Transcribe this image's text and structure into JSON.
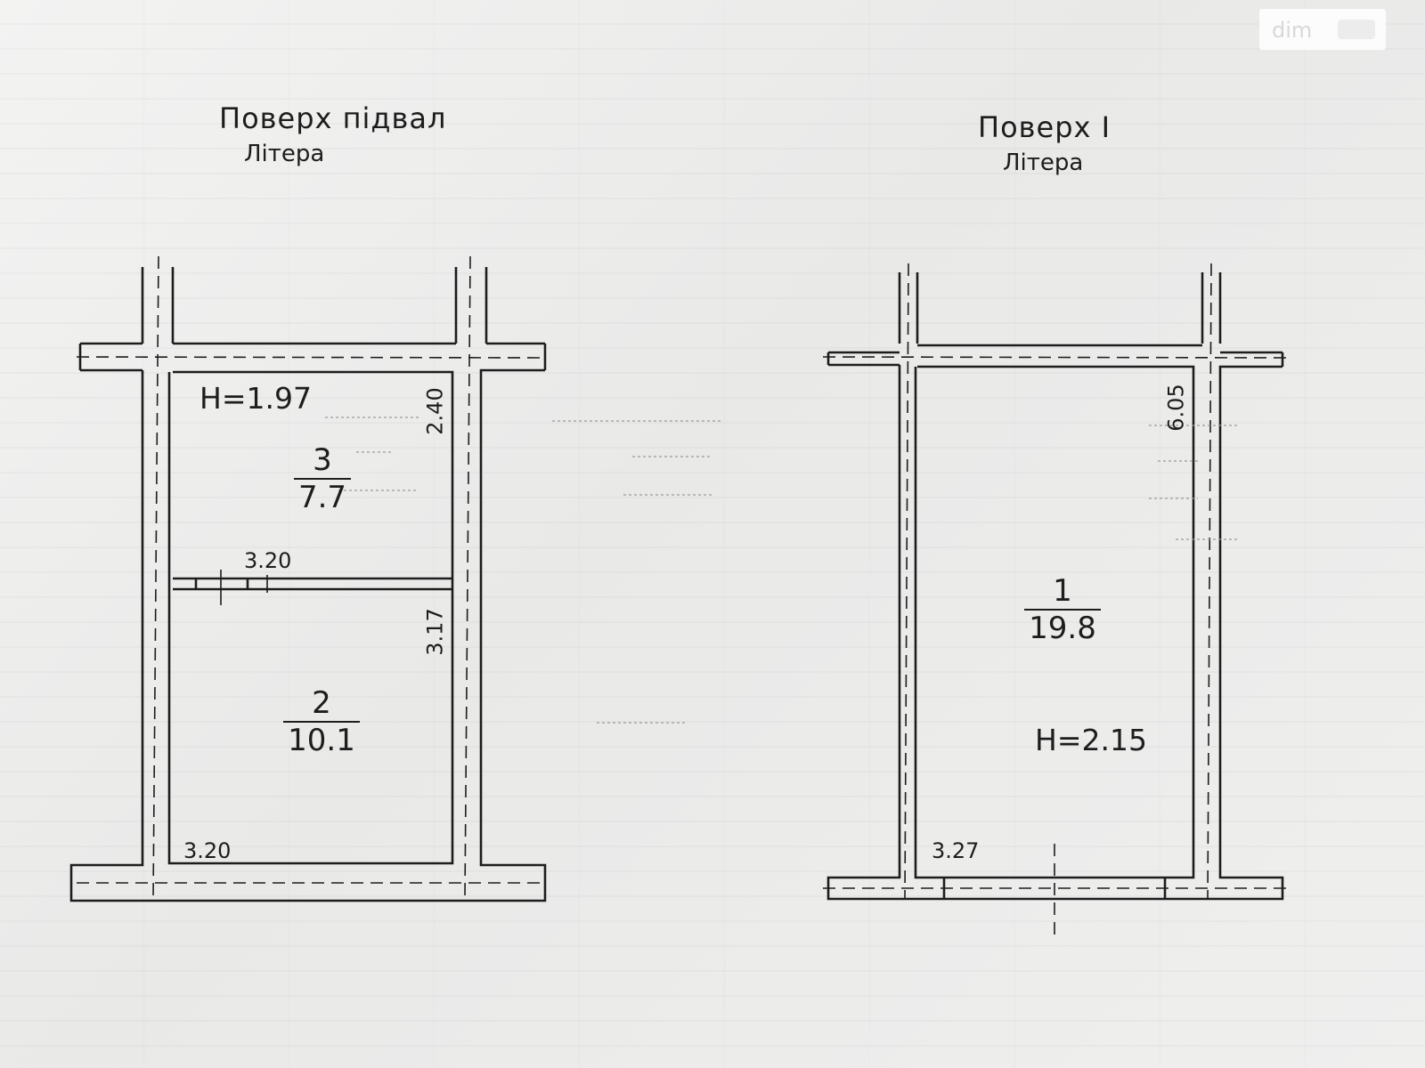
{
  "watermark": {
    "text": "dim"
  },
  "plans": [
    {
      "floor_title": "Поверх   підвал",
      "litera": "Літера",
      "height_label": "Н=1.97",
      "rooms": [
        {
          "number": "3",
          "area": "7.7"
        },
        {
          "number": "2",
          "area": "10.1"
        }
      ],
      "dimensions": [
        "2.40",
        "3.20",
        "3.17",
        "3.20"
      ]
    },
    {
      "floor_title": "Поверх   I",
      "litera": "Літера",
      "height_label": "Н=2.15",
      "rooms": [
        {
          "number": "1",
          "area": "19.8"
        }
      ],
      "dimensions": [
        "6.05",
        "3.27"
      ]
    }
  ]
}
